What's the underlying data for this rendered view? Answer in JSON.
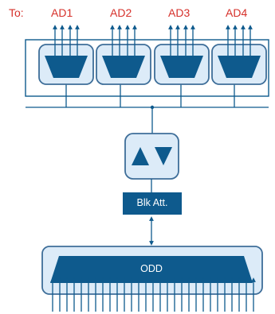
{
  "header": {
    "to_label": "To:",
    "outputs": [
      "AD1",
      "AD2",
      "AD3",
      "AD4"
    ]
  },
  "attenuator": {
    "label": "Blk Att."
  },
  "odd": {
    "label": "ODD"
  },
  "colors": {
    "dark_blue": "#0e5a8d",
    "light_blue": "#dcebf8",
    "border_blue": "#3e6e99",
    "line_blue": "#0e5a8d",
    "label_red": "#d6302a"
  }
}
